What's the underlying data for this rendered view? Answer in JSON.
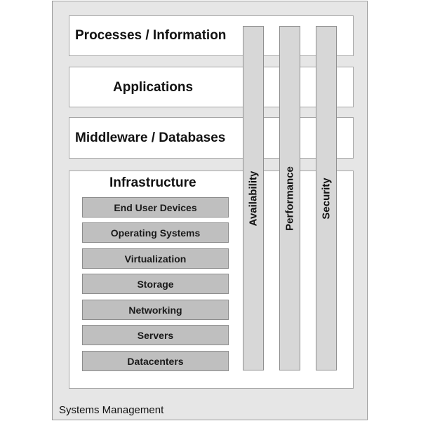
{
  "layers": [
    {
      "key": "processes",
      "label": "Processes / Information"
    },
    {
      "key": "applications",
      "label": "Applications"
    },
    {
      "key": "middleware",
      "label": "Middleware / Databases"
    },
    {
      "key": "infrastructure",
      "label": "Infrastructure"
    }
  ],
  "pillars": [
    "Availability",
    "Performance",
    "Security"
  ],
  "infrastructure_items": [
    "End User Devices",
    "Operating Systems",
    "Virtualization",
    "Storage",
    "Networking",
    "Servers",
    "Datacenters"
  ],
  "systems_management": "Systems Management",
  "colors": {
    "outer_background": "#e6e6e6",
    "layer_background": "#ffffff",
    "pillar_fill": "#d7d7d7",
    "infra_item_fill": "#bfbfbf",
    "border": "#9a9a9a"
  }
}
